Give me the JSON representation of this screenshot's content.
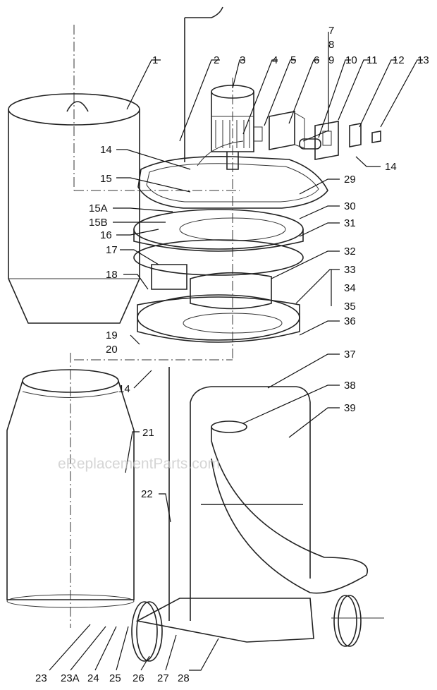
{
  "watermark": "eReplacementParts.com",
  "callouts": {
    "p1": "1",
    "p2": "2",
    "p3": "3",
    "p4": "4",
    "p5": "5",
    "p6": "6",
    "p7": "7",
    "p8": "8",
    "p9": "9",
    "p10": "10",
    "p11": "11",
    "p12": "12",
    "p13": "13",
    "p14a": "14",
    "p14b": "14",
    "p14c": "14",
    "p15": "15",
    "p15a": "15A",
    "p15b": "15B",
    "p16": "16",
    "p17": "17",
    "p18": "18",
    "p19": "19",
    "p20": "20",
    "p21": "21",
    "p22": "22",
    "p23": "23",
    "p23a": "23A",
    "p24": "24",
    "p25": "25",
    "p26": "26",
    "p27": "27",
    "p28": "28",
    "p29": "29",
    "p30": "30",
    "p31": "31",
    "p32": "32",
    "p33": "33",
    "p34": "34",
    "p35": "35",
    "p36": "36",
    "p37": "37",
    "p38": "38",
    "p39": "39"
  }
}
